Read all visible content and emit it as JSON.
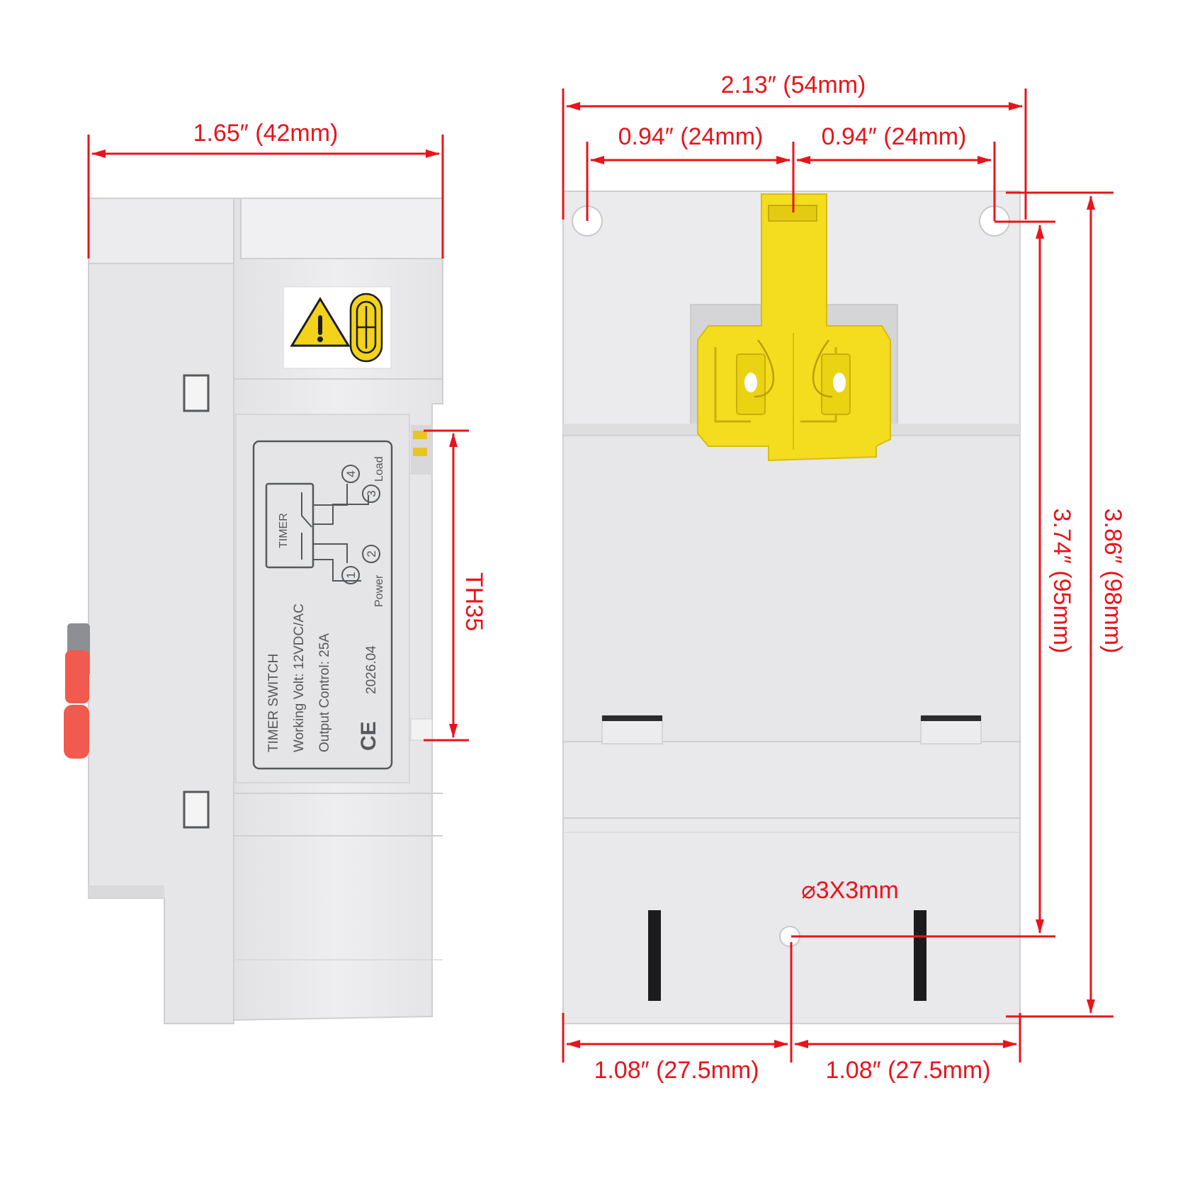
{
  "dimensions": {
    "side_width": "1.65″ (42mm)",
    "total_width": "2.13″ (54mm)",
    "top_left_spacing": "0.94″ (24mm)",
    "top_right_spacing": "0.94″ (24mm)",
    "bottom_left_spacing": "1.08″ (27.5mm)",
    "bottom_right_spacing": "1.08″ (27.5mm)",
    "hole_height": "3.74″ (95mm)",
    "total_height": "3.86″ (98mm)",
    "rail": "TH35",
    "hole_size": "⌀3X3mm"
  },
  "label": {
    "title": "TIMER SWITCH",
    "working_volt": "Working Volt: 12VDC/AC",
    "output_control": "Output Control: 25A",
    "date": "2026.04",
    "ce_mark": "CE",
    "timer_text": "TIMER",
    "load_text": "Load",
    "power_text": "Power",
    "terminals": [
      "1",
      "2",
      "3",
      "4"
    ]
  },
  "colors": {
    "dimension": "#e8141b",
    "body": "#e9e9eb",
    "clip": "#f3dd1e",
    "button": "#f05a4f"
  }
}
